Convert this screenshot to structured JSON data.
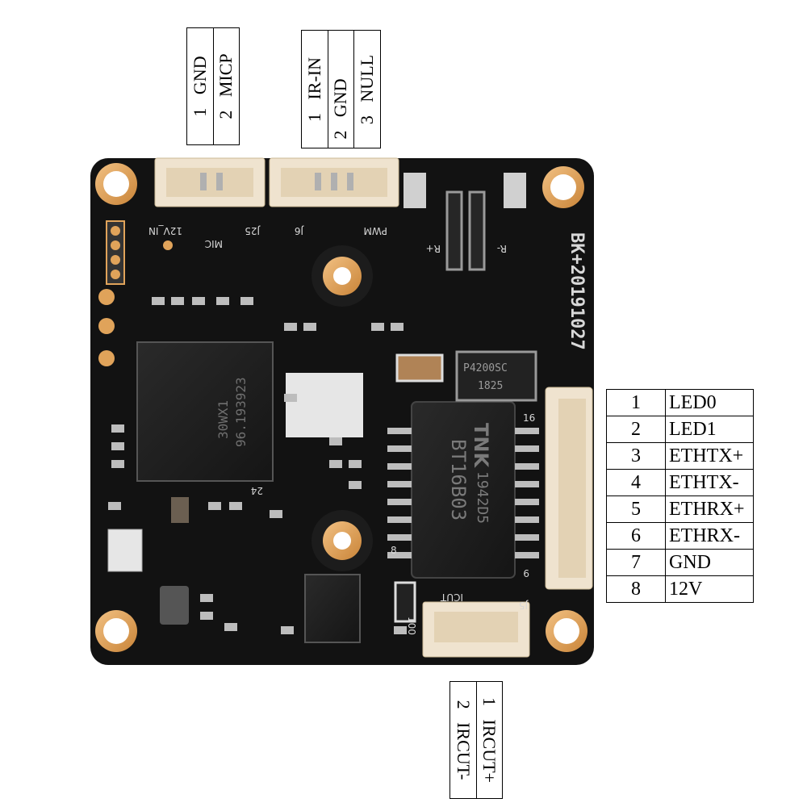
{
  "board": {
    "labels": {
      "revision": "BK+20191027",
      "chip_main_1": "30WX1",
      "chip_main_2": "96.193923",
      "magnetics_brand": "TNK",
      "magnetics_code": "1942D5",
      "magnetics_model": "BT16B03",
      "diode": "P4200SC",
      "diode_date": "1825",
      "conn_j25": "J25",
      "conn_j6": "J6",
      "conn_j5": "J5",
      "silk_12v_in": "12V_IN",
      "silk_mic": "MIC",
      "silk_pwm": "PWM",
      "silk_icut": "ICUT",
      "silk_r_plus": "R+",
      "silk_r_minus": "R-",
      "silk_100": "100",
      "pin_16": "16",
      "pin_9": "9",
      "pin_8": "8",
      "pin_24": "24"
    }
  },
  "pinouts": {
    "j25": {
      "pins": [
        {
          "num": "1",
          "signal": "GND"
        },
        {
          "num": "2",
          "signal": "MICP"
        }
      ]
    },
    "j6": {
      "pins": [
        {
          "num": "1",
          "signal": "IR-IN"
        },
        {
          "num": "2",
          "signal": "GND"
        },
        {
          "num": "3",
          "signal": "NULL"
        }
      ]
    },
    "ethernet": {
      "pins": [
        {
          "num": "1",
          "signal": "LED0"
        },
        {
          "num": "2",
          "signal": "LED1"
        },
        {
          "num": "3",
          "signal": "ETHTX+"
        },
        {
          "num": "4",
          "signal": "ETHTX-"
        },
        {
          "num": "5",
          "signal": "ETHRX+"
        },
        {
          "num": "6",
          "signal": "ETHRX-"
        },
        {
          "num": "7",
          "signal": "GND"
        },
        {
          "num": "8",
          "signal": "12V"
        }
      ]
    },
    "ircut": {
      "pins": [
        {
          "num": "1",
          "signal": "IRCUT+"
        },
        {
          "num": "2",
          "signal": "IRCUT-"
        }
      ]
    }
  },
  "colors": {
    "pcb": "#141414",
    "pad": "#e0a35a",
    "silk": "#d8d8d8",
    "connector": "#efe3cf"
  }
}
